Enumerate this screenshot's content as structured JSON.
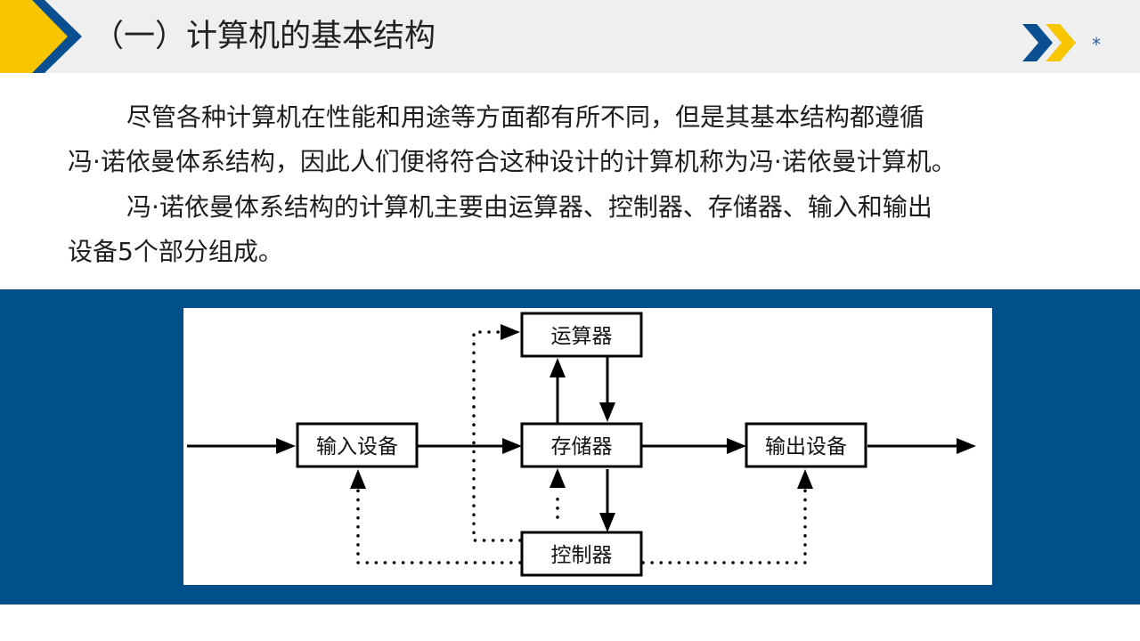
{
  "header": {
    "title": "（一）计算机的基本结构",
    "star": "*"
  },
  "body": {
    "paragraphs": [
      {
        "lines": [
          "尽管各种计算机在性能和用途等方面都有所不同，但是其基本结构都遵循",
          "冯·诺依曼体系结构，因此人们便将符合这种设计的计算机称为冯·诺依曼计算机。"
        ]
      },
      {
        "lines": [
          "冯·诺依曼体系结构的计算机主要由运算器、控制器、存储器、输入和输出",
          "设备5个部分组成。"
        ]
      }
    ]
  },
  "diagram": {
    "nodes": {
      "alu": "运算器",
      "input": "输入设备",
      "memory": "存储器",
      "output": "输出设备",
      "control": "控制器"
    },
    "edges": [
      {
        "from": "external",
        "to": "input",
        "style": "solid"
      },
      {
        "from": "input",
        "to": "memory",
        "style": "solid"
      },
      {
        "from": "memory",
        "to": "output",
        "style": "solid"
      },
      {
        "from": "output",
        "to": "external",
        "style": "solid"
      },
      {
        "from": "memory",
        "to": "alu",
        "style": "solid"
      },
      {
        "from": "alu",
        "to": "memory",
        "style": "solid"
      },
      {
        "from": "memory",
        "to": "control",
        "style": "solid"
      },
      {
        "from": "control",
        "to": "alu",
        "style": "dotted"
      },
      {
        "from": "control",
        "to": "memory",
        "style": "dotted"
      },
      {
        "from": "control",
        "to": "input",
        "style": "dotted"
      },
      {
        "from": "control",
        "to": "output",
        "style": "dotted"
      }
    ]
  },
  "colors": {
    "header_bg": "#efefef",
    "band_bg": "#02508b",
    "accent_yellow": "#f7c600",
    "accent_blue": "#0a4f8f"
  }
}
